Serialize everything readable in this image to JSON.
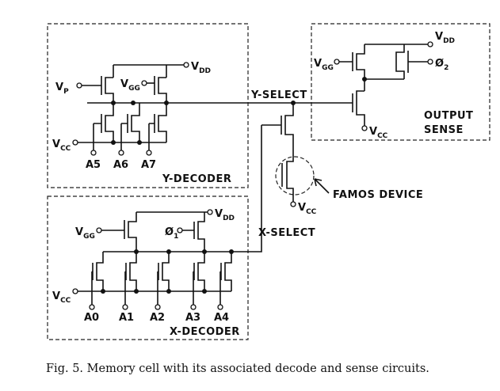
{
  "blocks": {
    "y_decoder": "Y-DECODER",
    "x_decoder": "X-DECODER",
    "output_sense_line1": "OUTPUT",
    "output_sense_line2": "SENSE"
  },
  "signals": {
    "y_select": "Y-SELECT",
    "x_select": "X-SELECT",
    "famos": "FAMOS DEVICE"
  },
  "supplies": {
    "vdd_main": "V",
    "vdd_sub": "DD",
    "vgg_main": "V",
    "vgg_sub": "GG",
    "vcc_main": "V",
    "vcc_sub": "CC",
    "vp_main": "V",
    "vp_sub": "P",
    "phi1_main": "Ø",
    "phi1_sub": "1",
    "phi2_main": "Ø",
    "phi2_sub": "2"
  },
  "address_y": [
    "A5",
    "A6",
    "A7"
  ],
  "address_x": [
    "A0",
    "A1",
    "A2",
    "A3",
    "A4"
  ],
  "caption": "Fig. 5.  Memory cell with its associated decode and sense circuits."
}
